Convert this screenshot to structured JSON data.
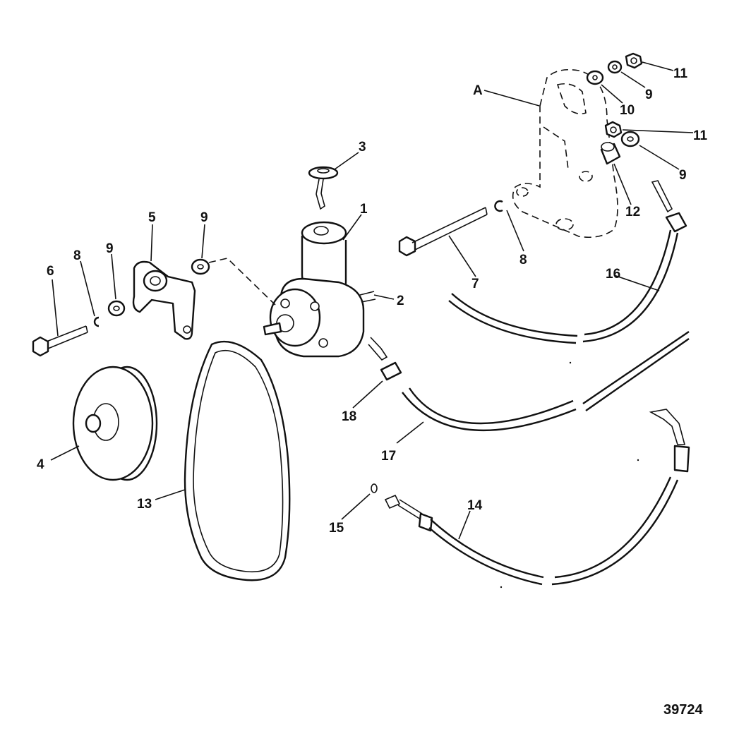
{
  "figure_number": "39724",
  "callouts": [
    {
      "id": "c1",
      "text": "1"
    },
    {
      "id": "c2",
      "text": "2"
    },
    {
      "id": "c3",
      "text": "3"
    },
    {
      "id": "c4",
      "text": "4"
    },
    {
      "id": "c5",
      "text": "5"
    },
    {
      "id": "c6",
      "text": "6"
    },
    {
      "id": "c7",
      "text": "7"
    },
    {
      "id": "c8a",
      "text": "8"
    },
    {
      "id": "c8b",
      "text": "8"
    },
    {
      "id": "c9a",
      "text": "9"
    },
    {
      "id": "c9b",
      "text": "9"
    },
    {
      "id": "c9c",
      "text": "9"
    },
    {
      "id": "c9d",
      "text": "9"
    },
    {
      "id": "c10",
      "text": "10"
    },
    {
      "id": "c11a",
      "text": "11"
    },
    {
      "id": "c11b",
      "text": "11"
    },
    {
      "id": "c12",
      "text": "12"
    },
    {
      "id": "c13",
      "text": "13"
    },
    {
      "id": "c14",
      "text": "14"
    },
    {
      "id": "c15",
      "text": "15"
    },
    {
      "id": "c16",
      "text": "16"
    },
    {
      "id": "c17",
      "text": "17"
    },
    {
      "id": "c18",
      "text": "18"
    },
    {
      "id": "cA",
      "text": "A"
    }
  ]
}
